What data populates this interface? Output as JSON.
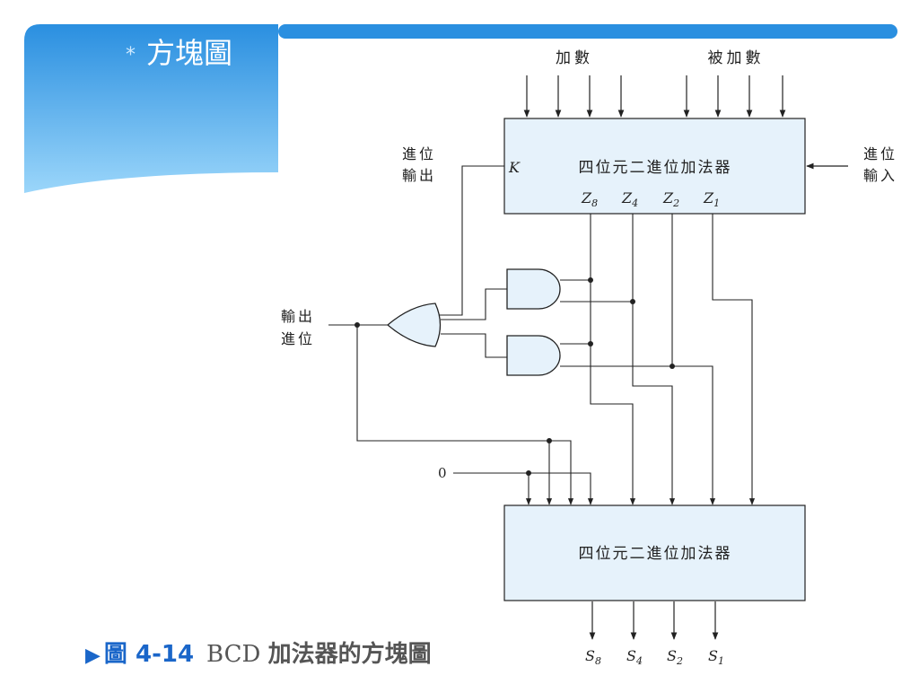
{
  "slide": {
    "bullet": "*",
    "title": "方塊圖"
  },
  "diagram": {
    "top_adder_label": "四位元二進位加法器",
    "bottom_adder_label": "四位元二進位加法器",
    "addend_label": "加數",
    "augend_label": "被加數",
    "carry_out_label_line1": "進位",
    "carry_out_label_line2": "輸出",
    "carry_in_label_line1": "進位",
    "carry_in_label_line2": "輸入",
    "output_carry_label_line1": "輸出",
    "output_carry_label_line2": "進位",
    "k_label": "K",
    "z_outputs": [
      {
        "base": "Z",
        "sub": "8"
      },
      {
        "base": "Z",
        "sub": "4"
      },
      {
        "base": "Z",
        "sub": "2"
      },
      {
        "base": "Z",
        "sub": "1"
      }
    ],
    "s_outputs": [
      {
        "base": "S",
        "sub": "8"
      },
      {
        "base": "S",
        "sub": "4"
      },
      {
        "base": "S",
        "sub": "2"
      },
      {
        "base": "S",
        "sub": "1"
      }
    ],
    "zero_input": "0"
  },
  "caption": {
    "marker": "▶",
    "figure_no": "圖 4-14",
    "text_plain": "BCD ",
    "text_bold": "加法器的方塊圖"
  },
  "colors": {
    "header_gradient_top": "#2a8fe0",
    "header_gradient_bottom": "#8fd0f8",
    "box_fill": "#e6f2fb",
    "caption_accent": "#1a66c9"
  }
}
